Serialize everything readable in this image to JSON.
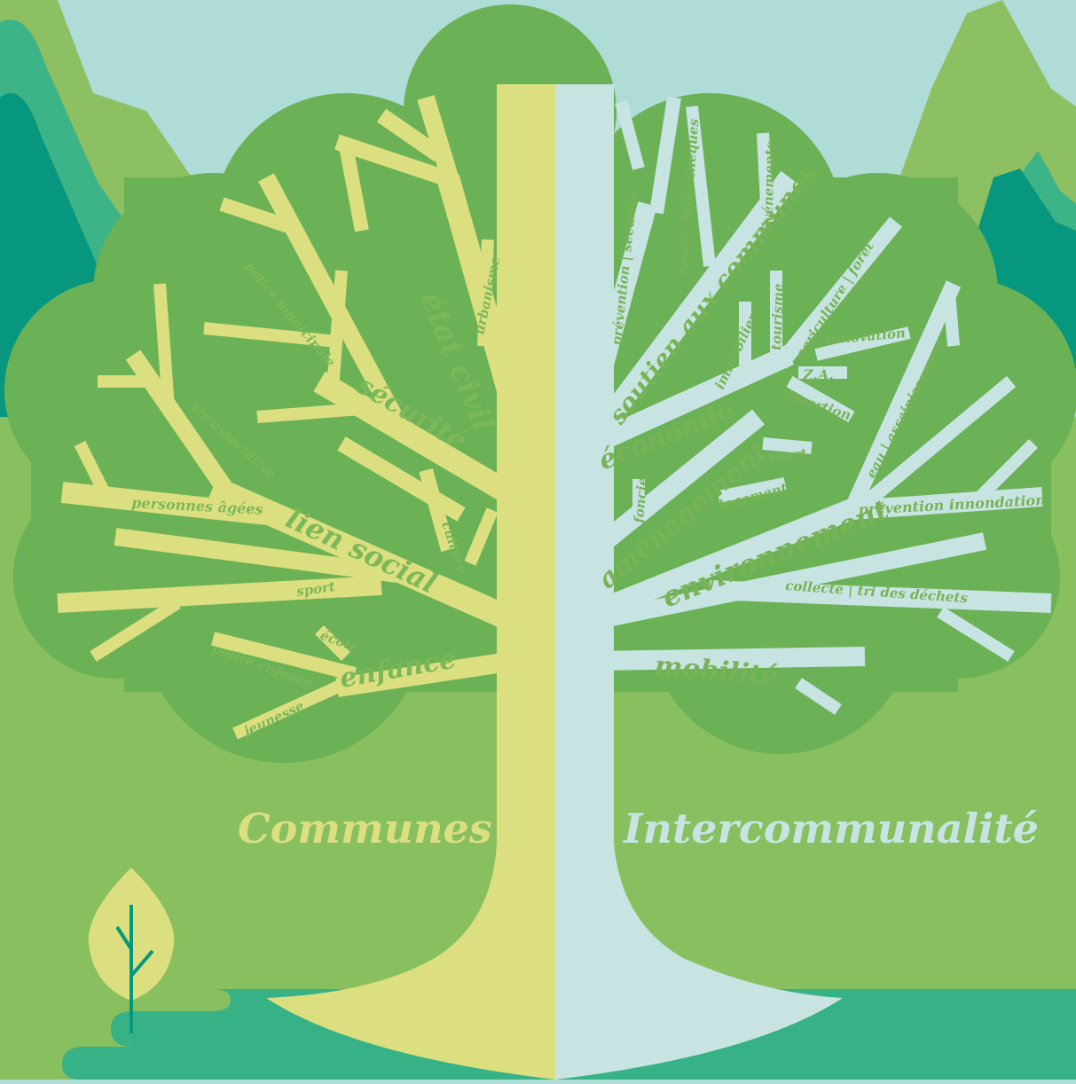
{
  "colors": {
    "sky": "#b0dcd7",
    "mountain_light": "#8cc063",
    "mountain_mid": "#3db488",
    "mountain_dark": "#07977f",
    "ground": "#88bf5f",
    "water": "#37b286",
    "canopy": "#6bb156",
    "trunk_communes": "#dbdf7f",
    "trunk_intercommunalite": "#c8e4e2"
  },
  "titles": {
    "communes": "Communes",
    "intercommunalite": "Intercommunalité"
  },
  "labels": {
    "etat_civil": "état civil",
    "urbanisme": "urbanisme",
    "police_municipale": "police municipale",
    "securite": "sécurité",
    "vie_associative": "vie associative",
    "personnes_agees": "personnes âgées",
    "lien_social": "lien social",
    "culture": "culture",
    "sport_left": "sport",
    "ecole": "école",
    "petite_enfance": "petite enfance",
    "enfance": "enfance",
    "jeunesse": "jeunesse",
    "prevention_securite": "prévention | sécurité",
    "reseau_bibliotheques": "réseau bibliothèques",
    "evenements": "événements",
    "soutien_aux_communes": "soutien aux communes",
    "immobilier": "immobilier",
    "tourisme": "tourisme",
    "agriculture_foret": "agriculture | forêt",
    "innovation": "innovation",
    "za": "Z.A.",
    "insertion": "insertion",
    "economie": "économie",
    "foncier": "foncier",
    "amenagement": "aménagement",
    "sport_right": "sport",
    "logement": "logement",
    "eau_assainissement": "eau | assainissement",
    "prevention_innondation": "prévention innondation",
    "environnement": "environnement",
    "collecte_tri": "collecte | tri des déchets",
    "mobilite": "mobilité"
  }
}
